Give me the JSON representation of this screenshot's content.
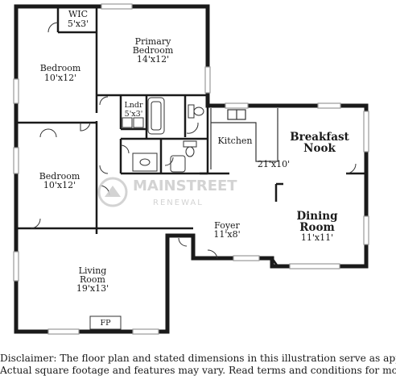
{
  "rooms": {
    "wic": {
      "name": "WIC",
      "dim": "5'x3'"
    },
    "primary": {
      "name_1": "Primary",
      "name_2": "Bedroom",
      "dim": "14'x12'"
    },
    "bedroom_top": {
      "name": "Bedroom",
      "dim": "10'x12'"
    },
    "laundry": {
      "name": "Lndr",
      "dim": "5'x3'"
    },
    "kitchen": {
      "name": "Kitchen"
    },
    "kitchen_nook_dim": "21'x10'",
    "breakfast": {
      "name_1": "Breakfast",
      "name_2": "Nook"
    },
    "bedroom_mid": {
      "name": "Bedroom",
      "dim": "10'x12'"
    },
    "foyer": {
      "name": "Foyer",
      "dim": "11'x8'"
    },
    "dining": {
      "name_1": "Dining",
      "name_2": "Room",
      "dim": "11'x11'"
    },
    "living": {
      "name_1": "Living",
      "name_2": "Room",
      "dim": "19'x13'"
    },
    "fireplace": "FP"
  },
  "watermark": {
    "line1": "MAINSTREET",
    "line2": "RENEWAL"
  },
  "disclaimer": {
    "line1": "Disclaimer: The floor plan and stated dimensions in this illustration serve as approximate measurements.",
    "line2": "Actual square footage and features may vary. Read terms and conditions for more detail. © PlanOmatic"
  },
  "colors": {
    "wall": "#1a1a1a",
    "window": "#9a9a9a",
    "watermark": "#cfcfcf"
  }
}
